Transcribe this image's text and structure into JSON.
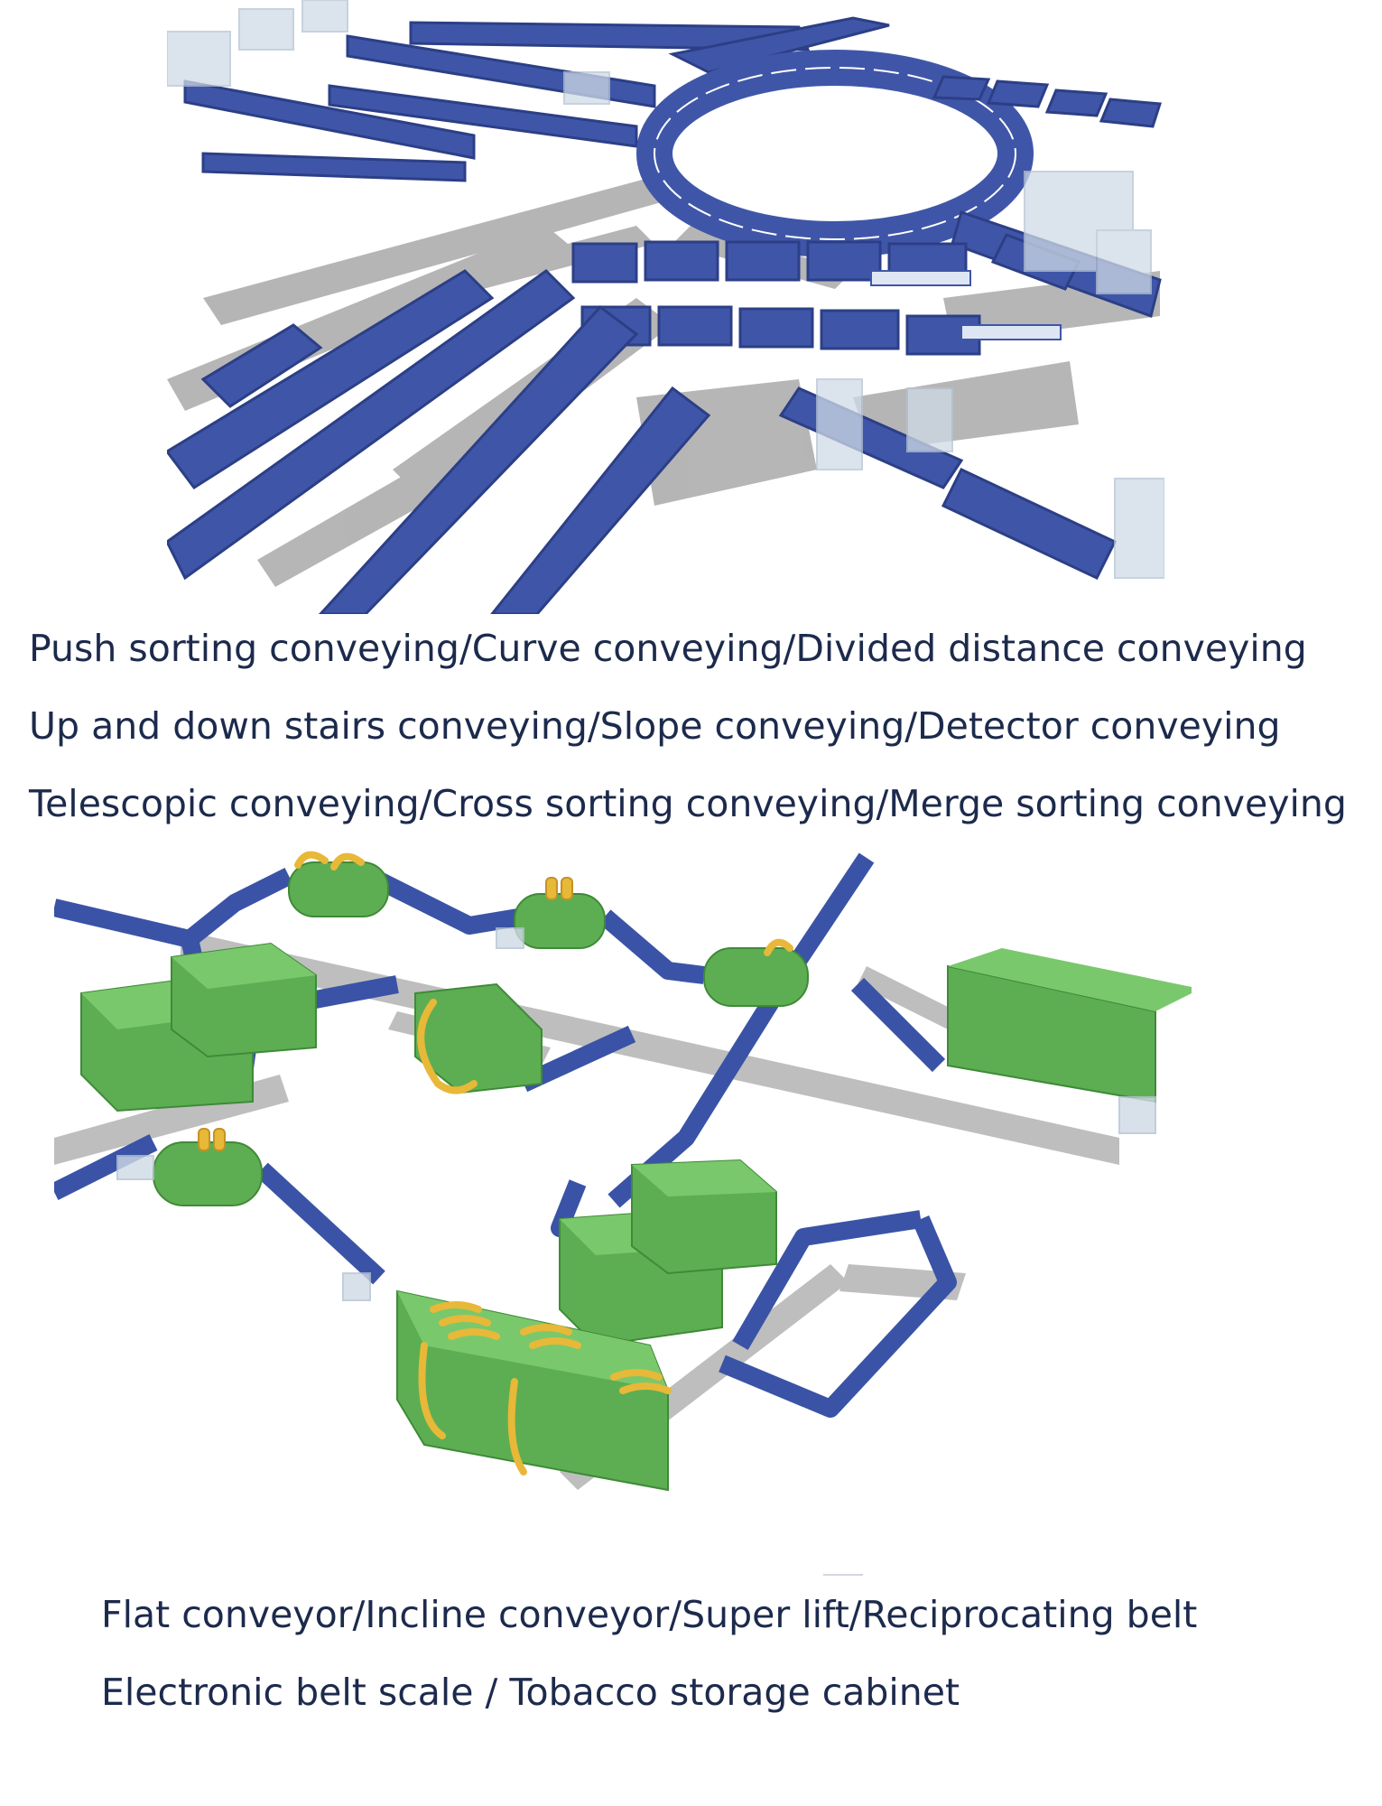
{
  "figures": {
    "top": {
      "name": "conveyor-sorting-rendering",
      "colors": {
        "belt": "#3f56a8",
        "belt_edge": "#2c3f86",
        "shadow": "#a9a9a9",
        "glass": "#cfdae6"
      }
    },
    "bottom": {
      "name": "tobacco-line-rendering",
      "colors": {
        "belt": "#3a53a6",
        "machine": "#5dae52",
        "machine_top": "#79c86c",
        "coil": "#e8b838",
        "shadow": "#b3b3b3"
      }
    }
  },
  "captions": {
    "top": [
      "Push sorting conveying/Curve conveying/Divided distance conveying",
      "Up and down stairs conveying/Slope conveying/Detector conveying",
      "Telescopic conveying/Cross sorting conveying/Merge sorting conveying"
    ],
    "bottom": [
      "Flat conveyor/Incline conveyor/Super lift/Reciprocating belt",
      "Electronic belt scale / Tobacco storage cabinet"
    ]
  }
}
